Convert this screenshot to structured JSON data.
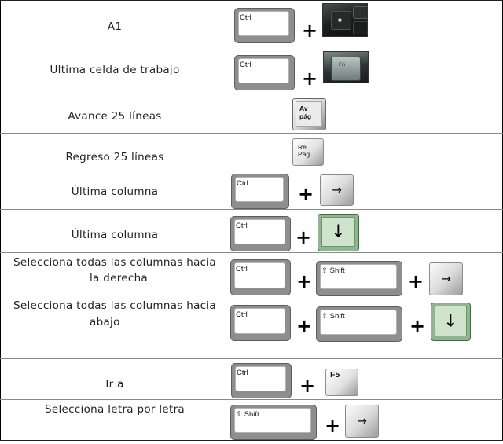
{
  "rows": [
    {
      "description": "A1",
      "keys": [
        "Ctrl",
        "+",
        "windows-key-photo"
      ]
    },
    {
      "description": "Ultima celda de trabajo",
      "keys": [
        "Ctrl",
        "+",
        "fin-key-photo"
      ]
    },
    {
      "description": "Avance 25 líneas",
      "keys": [
        "Av pág"
      ]
    },
    {
      "description": "Regreso 25 líneas",
      "keys": [
        "Re Pág"
      ]
    },
    {
      "description": "Última columna",
      "keys": [
        "Ctrl",
        "+",
        "right-arrow"
      ]
    },
    {
      "description": "Última columna",
      "keys": [
        "Ctrl",
        "+",
        "down-arrow"
      ]
    },
    {
      "description_line1": "Selecciona todas las columnas hacia",
      "description_line2": "la derecha",
      "keys": [
        "Ctrl",
        "+",
        "Shift",
        "+",
        "right-arrow"
      ]
    },
    {
      "description_line1": "Selecciona todas las columnas hacia",
      "description_line2": "abajo",
      "keys": [
        "Ctrl",
        "+",
        "Shift",
        "+",
        "down-arrow"
      ]
    },
    {
      "description": "Ir a",
      "keys": [
        "Ctrl",
        "+",
        "F5"
      ]
    },
    {
      "description": "Selecciona letra por letra",
      "keys": [
        "Shift",
        "+",
        "right-arrow"
      ]
    }
  ],
  "keys": {
    "ctrl": "Ctrl",
    "shift": "Shift",
    "shift_symbol": "⇧",
    "plus": "+",
    "av": "Av",
    "pag_lower": "pág",
    "re": "Re",
    "pag_upper": "Pág",
    "f5": "F5",
    "fin": "Fin",
    "right_arrow": "→",
    "down_arrow": "↓"
  },
  "colors": {
    "green_key": "#92b493",
    "grey_key": "#8e8e8e"
  }
}
